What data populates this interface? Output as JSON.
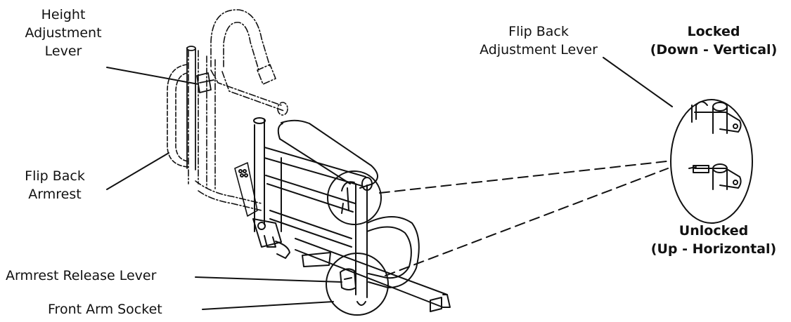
{
  "labels": {
    "height_adjustment_lever": [
      "Height",
      "Adjustment",
      "Lever"
    ],
    "flip_back_armrest": [
      "Flip Back",
      "Armrest"
    ],
    "armrest_release_lever": "Armrest Release Lever",
    "front_arm_socket": "Front Arm Socket",
    "flip_back_adjustment_lever": [
      "Flip Back",
      "Adjustment Lever"
    ],
    "locked": [
      "Locked",
      "(Down - Vertical)"
    ],
    "unlocked": [
      "Unlocked",
      "(Up - Horizontal)"
    ]
  },
  "colors": {
    "ink": "#111111",
    "background": "#ffffff"
  }
}
